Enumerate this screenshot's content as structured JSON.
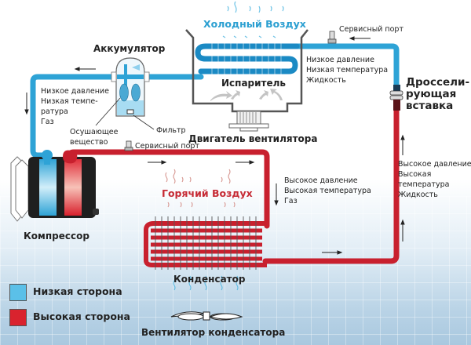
{
  "colors": {
    "low_side": "#2ea3d6",
    "high_side": "#c8202e",
    "cold_air_text": "#2b9fd1",
    "hot_air_text": "#c62b35"
  },
  "components": {
    "accumulator": "Аккумулятор",
    "evaporator": "Испаритель",
    "fan_motor": "Двигатель вентилятора",
    "orifice_tube": "Дроссели-\nрующая\nвставка",
    "orifice_tube_lines": [
      "Дроссели-",
      "рующая",
      "вставка"
    ],
    "compressor": "Компрессор",
    "condenser": "Конденсатор",
    "condenser_fan": "Вентилятор конденсатора",
    "desiccant_lines": [
      "Осушающее",
      "вещество"
    ],
    "filter": "Фильтр"
  },
  "air": {
    "cold": "Холодный Воздух",
    "hot": "Горячий Воздух"
  },
  "service_ports": {
    "top": "Сервисный порт",
    "bottom": "Сервисный порт"
  },
  "states": {
    "left_low": [
      "Низкое давление",
      "Низкая темпе-",
      "ратура",
      "Газ"
    ],
    "evap_in": [
      "Низкое давление",
      "Низкая температура",
      "Жидкость"
    ],
    "high_gas": [
      "Высокое давление",
      "Высокая температура",
      "Газ"
    ],
    "high_liquid": [
      "Высокое давление",
      "Высокая",
      "температура",
      "Жидкость"
    ]
  },
  "legend": [
    {
      "label": "Низкая сторона",
      "color": "#5bc0e8"
    },
    {
      "label": "Высокая сторона",
      "color": "#d9232e"
    }
  ]
}
